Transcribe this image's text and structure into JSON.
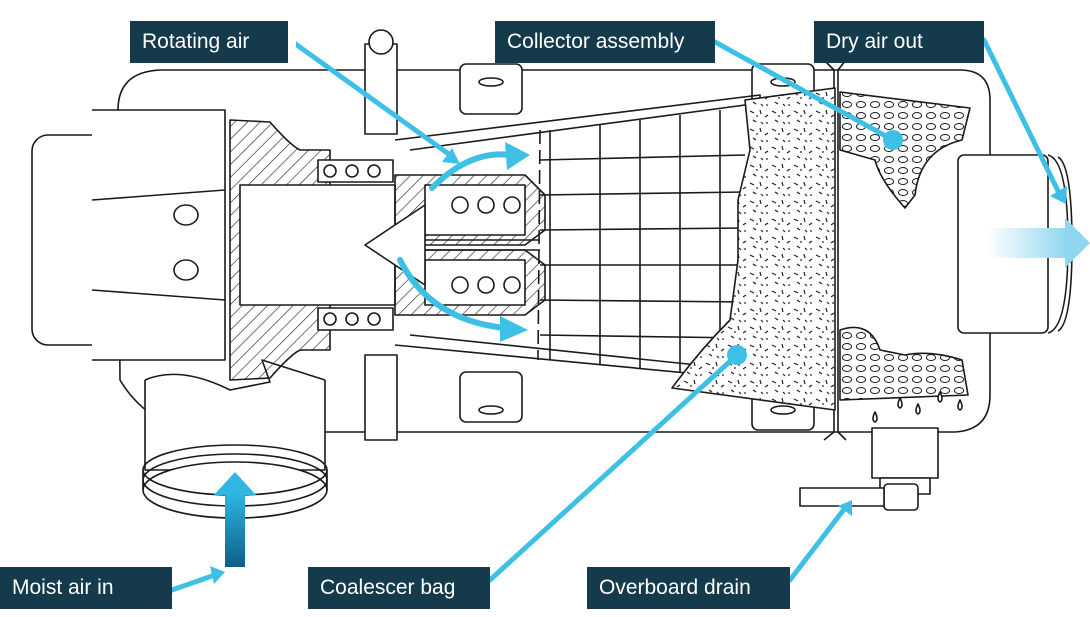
{
  "labels": {
    "rotating_air": "Rotating air",
    "collector_assembly": "Collector assembly",
    "dry_air_out": "Dry air out",
    "moist_air_in": "Moist air in",
    "coalescer_bag": "Coalescer bag",
    "overboard_drain": "Overboard drain"
  },
  "colors": {
    "callout_bg": "#143a4c",
    "callout_text": "#ffffff",
    "leader": "#3ec0e6",
    "line_art": "#1a1a1a",
    "outlet_arrow": "#bfe8f5"
  }
}
